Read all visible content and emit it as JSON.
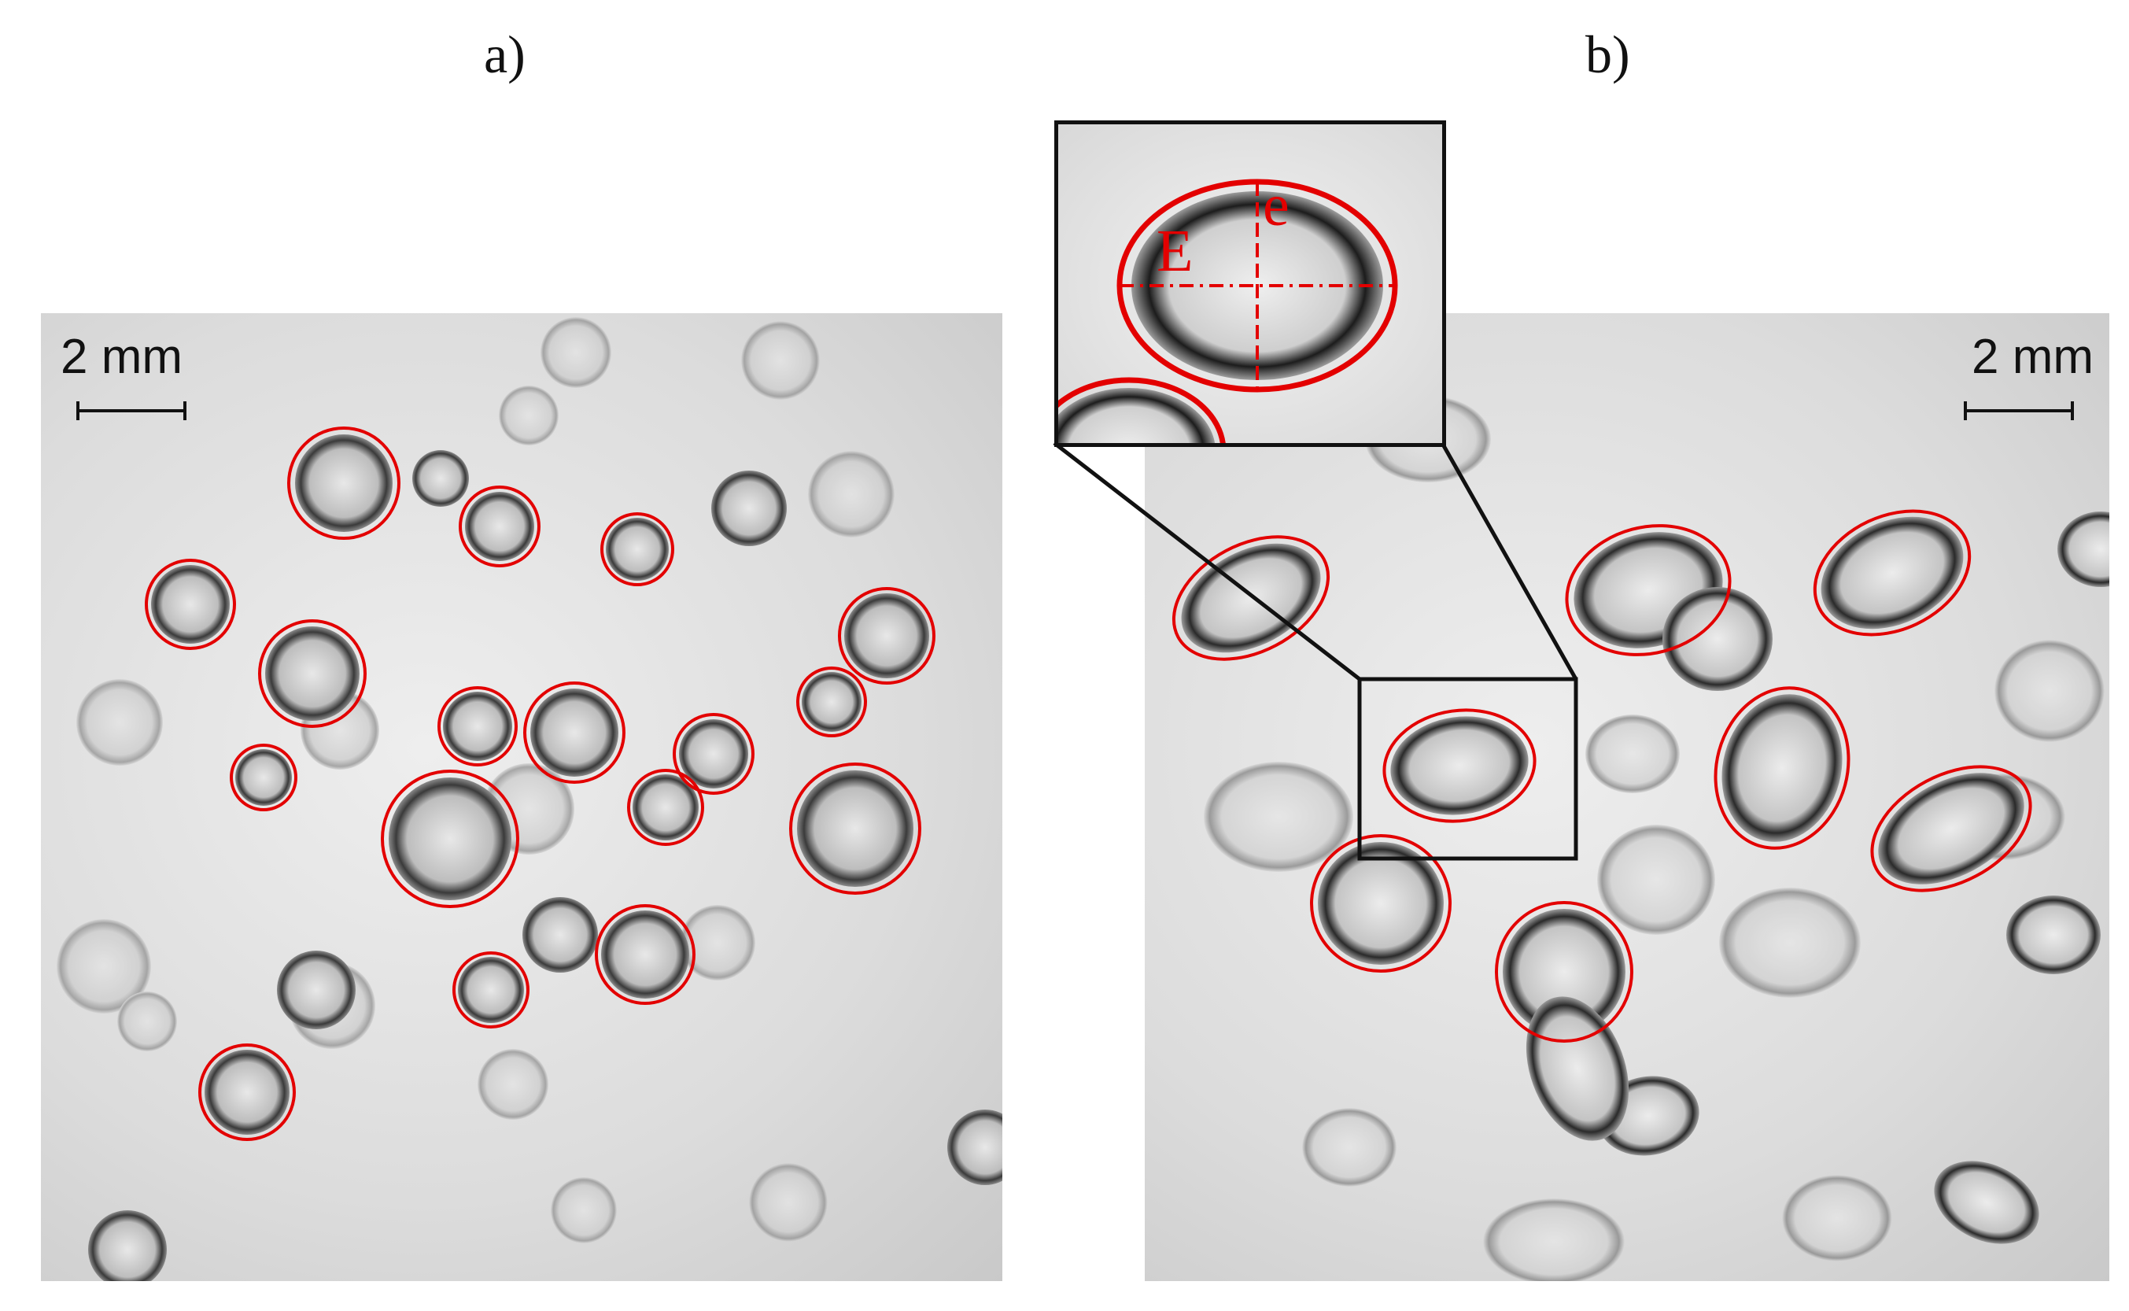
{
  "panels": {
    "a": {
      "label": "a)",
      "scale_label": "2 mm"
    },
    "b": {
      "label": "b)",
      "scale_label": "2 mm"
    }
  },
  "inset": {
    "major_axis_label": "E",
    "minor_axis_label": "e"
  },
  "colors": {
    "detection_ellipse": "#e30000",
    "frame": "#111111",
    "background": "#dcdcdc"
  }
}
